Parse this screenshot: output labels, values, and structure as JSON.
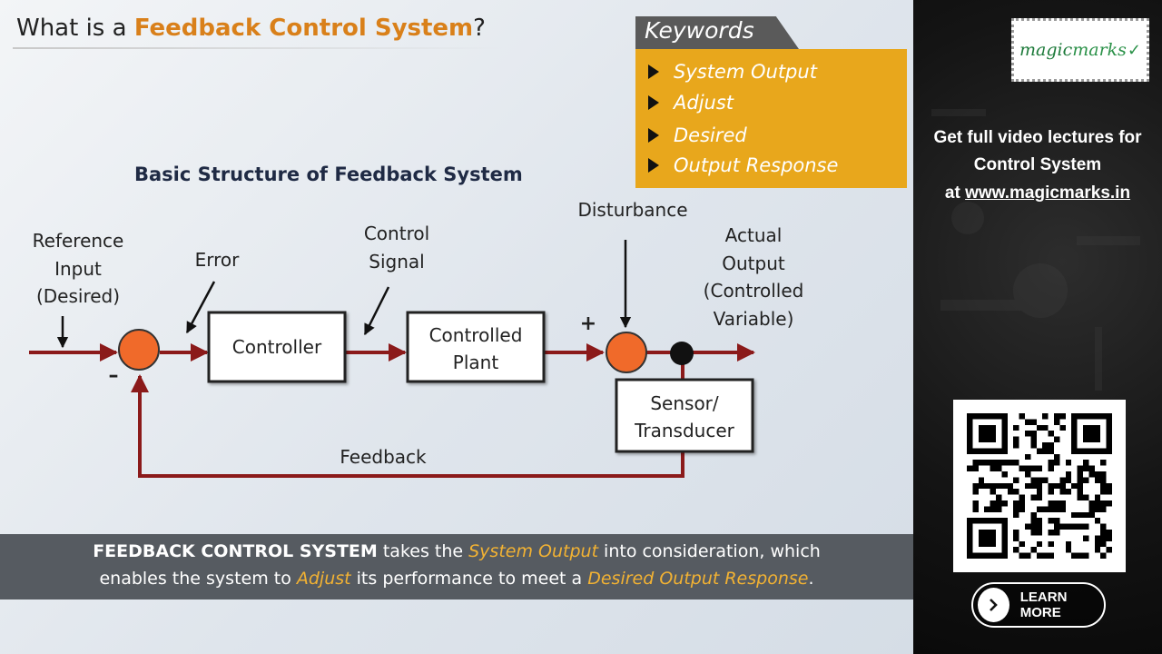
{
  "title": {
    "prefix": "What is a ",
    "highlight": "Feedback Control System",
    "suffix": "?"
  },
  "keywords": {
    "heading": "Keywords",
    "items": [
      "System Output",
      "Adjust",
      "Desired",
      "Output Response"
    ]
  },
  "diagram": {
    "title": "Basic Structure of Feedback System",
    "labels": {
      "reference_input": [
        "Reference",
        "Input",
        "(Desired)"
      ],
      "error": "Error",
      "control_signal": [
        "Control",
        "Signal"
      ],
      "disturbance": "Disturbance",
      "actual_output": [
        "Actual",
        "Output",
        "(Controlled",
        "Variable)"
      ],
      "feedback": "Feedback",
      "plus": "+",
      "minus": "–"
    },
    "blocks": {
      "controller": "Controller",
      "plant": [
        "Controlled",
        "Plant"
      ],
      "sensor": [
        "Sensor/",
        "Transducer"
      ]
    },
    "colors": {
      "signal_line": "#8b1a1a",
      "summing_junction": "#f06a2a",
      "block_fill": "#ffffff"
    }
  },
  "caption": {
    "line1": {
      "strong": "FEEDBACK CONTROL SYSTEM",
      "t1": " takes the ",
      "em1": "System Output",
      "t2": " into consideration, which"
    },
    "line2": {
      "t1": "enables the system to ",
      "em1": "Adjust",
      "t2": " its performance to meet a ",
      "em2": "Desired Output Response",
      "t3": "."
    }
  },
  "sidebar": {
    "logo": {
      "part1": "magic",
      "part2": "marks"
    },
    "promo_line1": "Get full video lectures for",
    "promo_line2": "Control System",
    "promo_line3_prefix": "at ",
    "promo_url": "www.magicmarks.in",
    "learn_more": "LEARN MORE",
    "icons": [
      "qr-code-icon",
      "chevron-right-icon"
    ]
  }
}
